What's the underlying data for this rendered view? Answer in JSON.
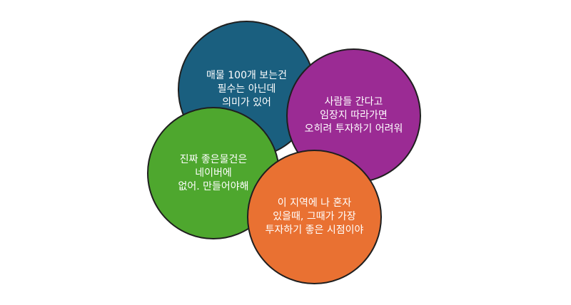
{
  "circles": [
    {
      "id": "c1",
      "text": "매물 100개 보는건\n필수는 아닌데\n의미가 있어",
      "color": "#1a5f7f"
    },
    {
      "id": "c2",
      "text": "사람들 간다고\n임장지 따라가면\n오히려 투자하기 어려워",
      "color": "#9b2b94"
    },
    {
      "id": "c3",
      "text": "진짜 좋은물건은\n네이버에\n없어. 만들어야해",
      "color": "#4ea72e"
    },
    {
      "id": "c4",
      "text": "이 지역에 나 혼자\n있을때, 그때가 가장\n투자하기 좋은 시점이야",
      "color": "#e97132"
    }
  ]
}
